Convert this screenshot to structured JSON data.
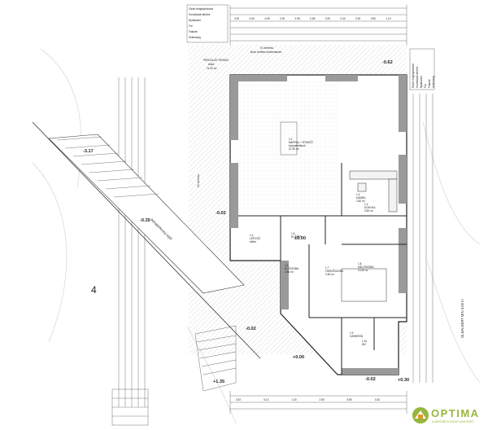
{
  "levels": {
    "upper_right": "-0.62",
    "left_mid": "-0.02",
    "center": "±0.00",
    "stair_top": "-3.17",
    "stair_mid": "-0.35",
    "lower_left": "-0.02",
    "entrance": "+0.00",
    "lower_left_bottom": "+1.35",
    "bottom_right_a": "-0.02",
    "bottom_right_b": "+0.30"
  },
  "lot_number": "4",
  "labels": {
    "driveway": "behajtó/terasz lejtő",
    "side_yard": "OLDALKERT MIN 3,00 m",
    "garden": "K1 kertrész",
    "garden_note": "Burk. kerthez kertrendezés",
    "side_garden": "K2 kertrész",
    "top_left_room": "PERGOLÁS TERASZ",
    "top_left_room_sub": "külső",
    "top_left_room_area": "21.40 m²"
  },
  "rooms": [
    {
      "id": "1.1",
      "name": "NAPPALI + ÉTKEZŐ",
      "sub": "konyha/étkező",
      "area": "37.30 m²"
    },
    {
      "id": "1.4",
      "name": "KAMRA",
      "sub": "",
      "area": "2.82 m²"
    },
    {
      "id": "1.3",
      "name": "KONYHA",
      "sub": "",
      "area": "9.50 m²"
    },
    {
      "id": "1.2",
      "name": "LÉPCSŐ",
      "sub": "előtér",
      "area": ""
    },
    {
      "id": "1.5",
      "name": "ELŐTÉR",
      "sub": "",
      "area": ""
    },
    {
      "id": "1.6",
      "name": "ELŐSZOBA",
      "sub": "",
      "area": "2.86 m²"
    },
    {
      "id": "1.7",
      "name": "FÜRDŐSZOBA",
      "sub": "",
      "area": "3.45 m²"
    },
    {
      "id": "1.8",
      "name": "HÁLÓSZOBA",
      "sub": "",
      "area": "13.49 m²"
    },
    {
      "id": "1.9",
      "name": "GARDRÓB",
      "sub": "",
      "area": ""
    },
    {
      "id": "1.10",
      "name": "WC",
      "sub": "",
      "area": ""
    }
  ],
  "top_dims": [
    "3.20",
    "0.40",
    "4.05",
    "0.30",
    "3.95",
    "0.65",
    "2.00",
    "0.40",
    "2.00",
    "0.50",
    "1.13"
  ],
  "top_legend": [
    "Osztó tengelyhálózat",
    "Homlokzati áttörés",
    "Nyílászáró",
    "Fal",
    "Falazat",
    "Szélesség"
  ],
  "right_legend": [
    "Osztó tengelyhálózat",
    "Homlokzati áttörés",
    "Nyílászáró",
    "Fal",
    "Falazat",
    "Szélesség"
  ],
  "bottom_dims": [
    "2.87",
    "5.10",
    "1.20",
    "2.90",
    "5.90",
    "0.40"
  ],
  "logo": {
    "word": "OPTIMA",
    "sub": "A MINŐSÉGI INGATLANOKÉRT"
  },
  "colors": {
    "wall": "#8a8a8a",
    "line": "#222222",
    "accent": "#96b73c",
    "accent_orange": "#e79332"
  }
}
